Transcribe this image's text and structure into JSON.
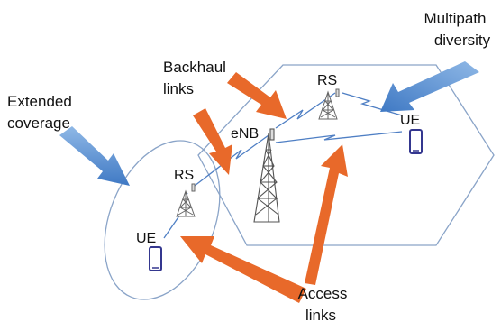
{
  "labels": {
    "multipath": [
      "Multipath",
      "diversity"
    ],
    "backhaul": [
      "Backhaul",
      "links"
    ],
    "extended": [
      "Extended",
      "coverage"
    ],
    "access": [
      "Access",
      "links"
    ]
  },
  "nodes": {
    "rs_top": "RS",
    "enb": "eNB",
    "ue_right": "UE",
    "rs_left": "RS",
    "ue_left": "UE"
  },
  "colors": {
    "cell_outline": "#8aa4c8",
    "link": "#4f7fc4",
    "orange_arrow": "#e8692a",
    "blue_arrow": "#5b8fd0",
    "phone": "#34378f",
    "tower": "#555555"
  }
}
